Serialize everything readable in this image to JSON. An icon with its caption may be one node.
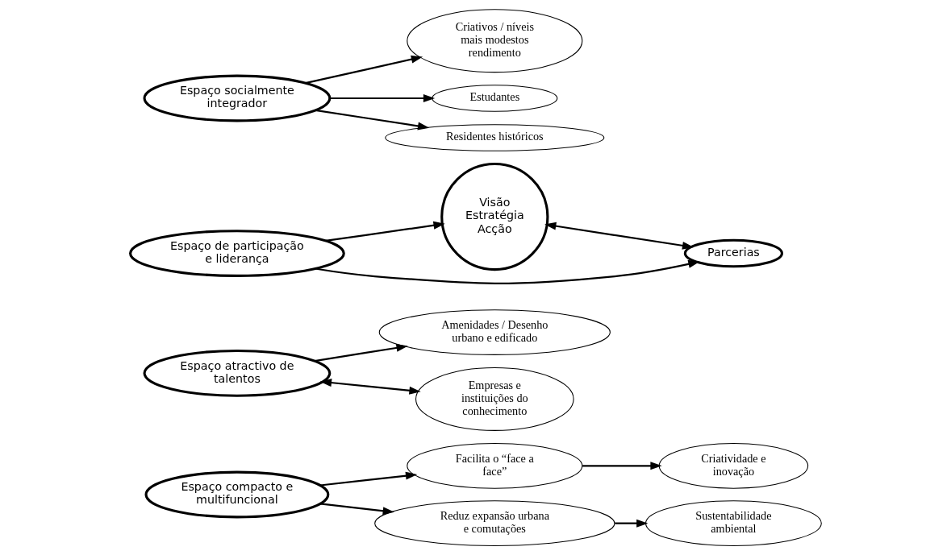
{
  "diagram": {
    "nodes": [
      {
        "text": [
          "Espaço compacto e multifuncional"
        ]
      },
      {
        "text": [
          "Facilita o “face a face”"
        ]
      },
      {
        "text": [
          "Criatividade e inovação"
        ]
      },
      {
        "text": [
          "Reduz expansão urbana e comutações"
        ]
      },
      {
        "text": [
          "Sustentabilidade ambiental"
        ]
      },
      {
        "text": [
          "Espaço atractivo de talentos"
        ]
      },
      {
        "text": [
          "Amenidades / Desenho urbano e edificado"
        ]
      },
      {
        "text": [
          "Empresas e instituições do conhecimento"
        ]
      },
      {
        "text": [
          "Espaço de participação e liderança"
        ]
      },
      {
        "text": [
          "Espaço socialmente integrador"
        ]
      },
      {
        "text": [
          "Visão",
          "Estratégia",
          "Acção"
        ]
      },
      {
        "text": [
          "Parcerias"
        ]
      },
      {
        "text": [
          "Criativos / níveis mais modestos rendimento"
        ]
      },
      {
        "text": [
          "Estudantes"
        ]
      },
      {
        "text": [
          "Residentes históricos"
        ]
      }
    ],
    "edges": [
      {
        "from": 0,
        "to": 1,
        "arrow": "to"
      },
      {
        "from": 0,
        "to": 3,
        "arrow": "to"
      },
      {
        "from": 1,
        "to": 2,
        "arrow": "to"
      },
      {
        "from": 3,
        "to": 4,
        "arrow": "to"
      },
      {
        "from": 5,
        "to": 6,
        "arrow": "to"
      },
      {
        "from": 5,
        "to": 7,
        "arrow": "both"
      },
      {
        "from": 8,
        "to": 10,
        "arrow": "to"
      },
      {
        "from": 8,
        "to": 11,
        "arrow": "to"
      },
      {
        "from": 10,
        "to": 11,
        "arrow": "both"
      },
      {
        "from": 9,
        "to": 13,
        "arrow": "to"
      },
      {
        "from": 9,
        "to": 12,
        "arrow": "to"
      },
      {
        "from": 9,
        "to": 14,
        "arrow": "to"
      }
    ]
  }
}
